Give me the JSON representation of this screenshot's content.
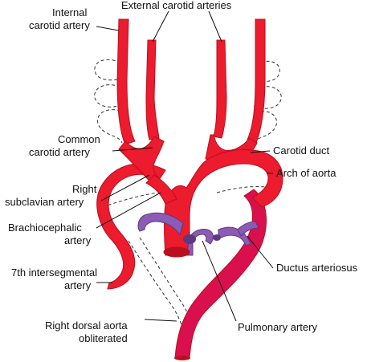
{
  "colors": {
    "artery": "#ec1b2e",
    "artery_dark": "#b8101f",
    "aorta_descending": "#d9104d",
    "pulmonary": "#8c5bb3",
    "pulmonary_dark": "#5c3a80",
    "dashed_outline": "#333333",
    "leader_line": "#111111",
    "text": "#111111"
  },
  "labels": {
    "internal_carotid_1": "Internal",
    "internal_carotid_2": "carotid artery",
    "external_carotid": "External carotid arteries",
    "common_carotid_1": "Common",
    "common_carotid_2": "carotid artery",
    "right_subclavian_1": "Right",
    "right_subclavian_2": "subclavian artery",
    "brachiocephalic_1": "Brachiocephalic",
    "brachiocephalic_2": "artery",
    "intersegmental_1": "7th intersegmental",
    "intersegmental_2": "artery",
    "right_dorsal_1": "Right dorsal aorta",
    "right_dorsal_2": "obliterated",
    "carotid_duct": "Carotid duct",
    "arch_of_aorta": "Arch of aorta",
    "ductus_arteriosus": "Ductus arteriosus",
    "pulmonary_artery": "Pulmonary artery"
  }
}
